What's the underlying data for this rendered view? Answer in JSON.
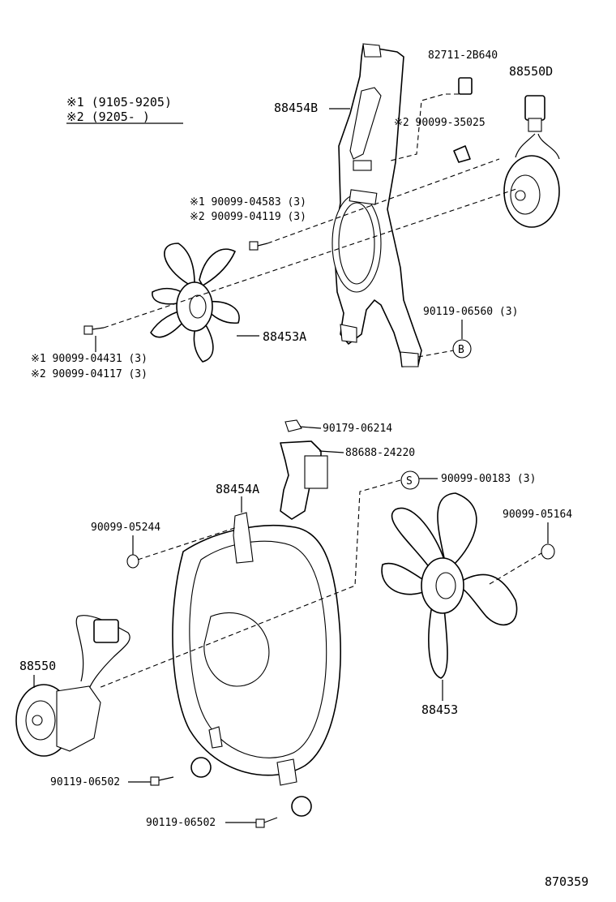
{
  "legend": {
    "line1": "※1 (9105-9205)",
    "line2": "※2 (9205-      )"
  },
  "labels": {
    "p82711": "82711-2B640",
    "p88550D": "88550D",
    "p88454B": "88454B",
    "p90099_35025": "※2 90099-35025",
    "p90099_04583": "※1 90099-04583 (3)",
    "p90099_04119": "※2 90099-04119 (3)",
    "p88453A": "88453A",
    "p90119_06560": "90119-06560 (3)",
    "p90099_04431": "※1 90099-04431 (3)",
    "p90099_04117": "※2 90099-04117 (3)",
    "callout_b": "B",
    "p90179_06214": "90179-06214",
    "p88688_24220": "88688-24220",
    "callout_s": "S",
    "p90099_00183": "90099-00183 (3)",
    "p88454A": "88454A",
    "p90099_05164": "90099-05164",
    "p90099_05244": "90099-05244",
    "p88550": "88550",
    "p88453": "88453",
    "p90119_06502a": "90119-06502",
    "p90119_06502b": "90119-06502",
    "diagram_no": "870359"
  }
}
